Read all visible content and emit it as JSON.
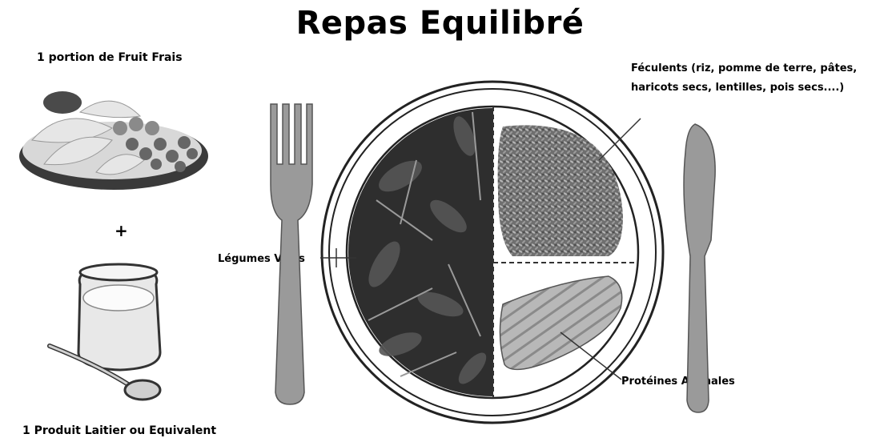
{
  "title": "Repas Equilibré",
  "labels": {
    "fruit": "1 portion de Fruit Frais",
    "plus": "+",
    "dairy": "1 Produit Laitier ou Equivalent",
    "vegetables": "Légumes Verts",
    "starches": "Féculents (riz, pomme de terre, pâtes, haricots secs, lentilles, pois secs....)",
    "proteins": "Protéines Animales"
  }
}
